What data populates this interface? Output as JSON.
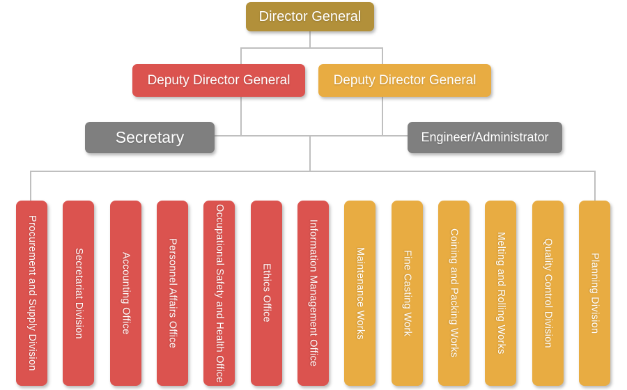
{
  "chart": {
    "type": "org-chart",
    "connector_color": "#BFBFBF",
    "root": {
      "label": "Director General",
      "color": "#B2903A"
    },
    "deputies": [
      {
        "label": "Deputy Director General",
        "color": "#DB534F"
      },
      {
        "label": "Deputy Director General",
        "color": "#E8AC42"
      }
    ],
    "staff": [
      {
        "label": "Secretary",
        "color": "#7F7F7F"
      },
      {
        "label": "Engineer/Administrator",
        "color": "#7F7F7F"
      }
    ],
    "departments": [
      {
        "label": "Procurement and Supply Division",
        "color": "#DB534F"
      },
      {
        "label": "Secretariat Division",
        "color": "#DB534F"
      },
      {
        "label": "Accounting Office",
        "color": "#DB534F"
      },
      {
        "label": "Personnel Affairs Office",
        "color": "#DB534F"
      },
      {
        "label": "Occupational Safety and Health Office",
        "color": "#DB534F"
      },
      {
        "label": "Ethics Office",
        "color": "#DB534F"
      },
      {
        "label": "Information Management Office",
        "color": "#DB534F"
      },
      {
        "label": "Maintenance Works",
        "color": "#E8AC42"
      },
      {
        "label": "Fine Casting Work",
        "color": "#E8AC42"
      },
      {
        "label": "Coining and Packing Works",
        "color": "#E8AC42"
      },
      {
        "label": "Melting and Rolling Works",
        "color": "#E8AC42"
      },
      {
        "label": "Quality Control Division",
        "color": "#E8AC42"
      },
      {
        "label": "Planning Division",
        "color": "#E8AC42"
      }
    ]
  }
}
